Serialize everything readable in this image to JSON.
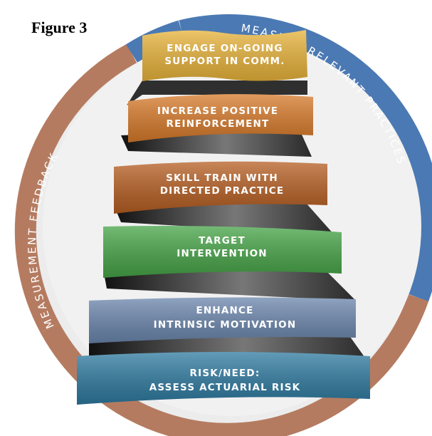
{
  "figure_label": "Figure 3",
  "arc_labels": {
    "right": "MEASURE RELEVANT PRACTICES",
    "left": "MEASUREMENT FEEDBACK"
  },
  "steps": [
    {
      "line1": "ENGAGE ON-GOING",
      "line2": "SUPPORT IN COMM.",
      "color": "#e8b33a"
    },
    {
      "line1": "INCREASE POSITIVE",
      "line2": "REINFORCEMENT",
      "color": "#d77a2a"
    },
    {
      "line1": "SKILL TRAIN WITH",
      "line2": "DIRECTED PRACTICE",
      "color": "#b65e22"
    },
    {
      "line1": "TARGET",
      "line2": "INTERVENTION",
      "color": "#46a447"
    },
    {
      "line1": "ENHANCE",
      "line2": "INTRINSIC MOTIVATION",
      "color": "#6b86ad"
    },
    {
      "line1": "RISK/NEED:",
      "line2": "ASSESS ACTUARIAL RISK",
      "color": "#2e7aa0"
    }
  ],
  "colors": {
    "ring_blue": "#4b79b3",
    "ring_brown": "#b57b60",
    "ring_inner": "#eeeeee",
    "spiral_dark": "#3a3a3a"
  }
}
